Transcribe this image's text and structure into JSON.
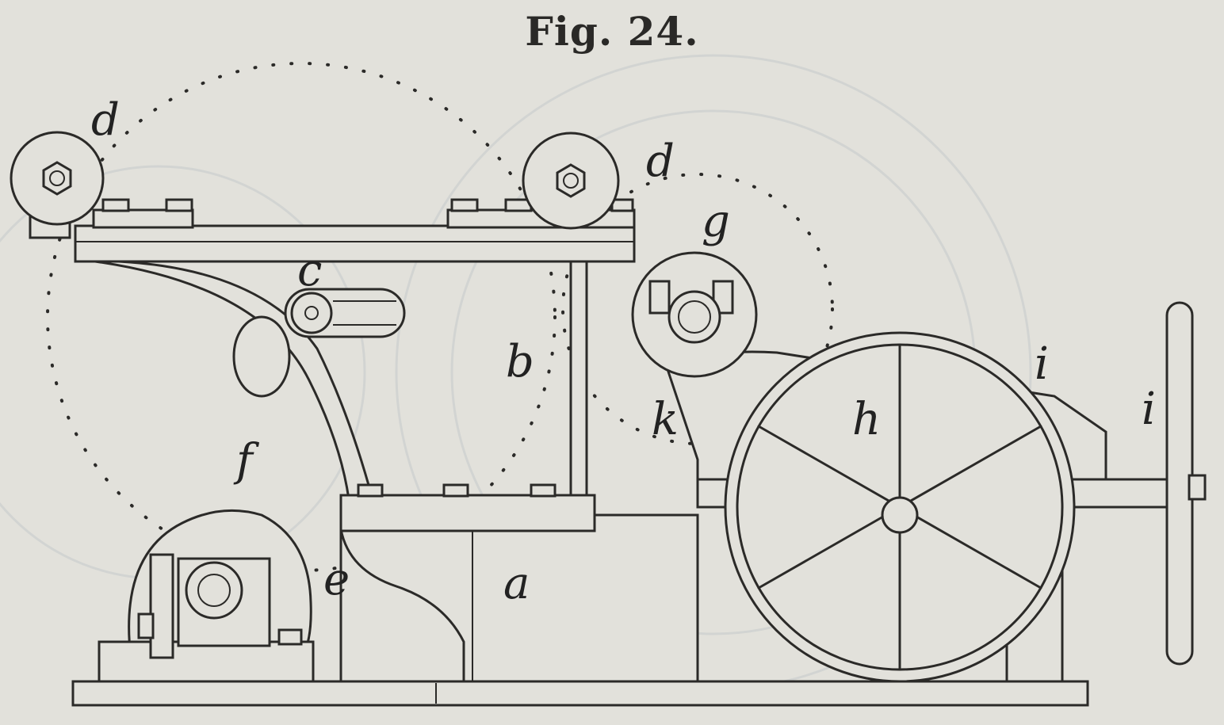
{
  "figure": {
    "title": "Fig. 24.",
    "labels": {
      "d_left": "d",
      "d_right": "d",
      "g": "g",
      "c": "c",
      "b": "b",
      "k": "k",
      "h": "h",
      "i_upper": "i",
      "i_right": "i",
      "f": "f",
      "e": "e",
      "a": "a"
    }
  }
}
